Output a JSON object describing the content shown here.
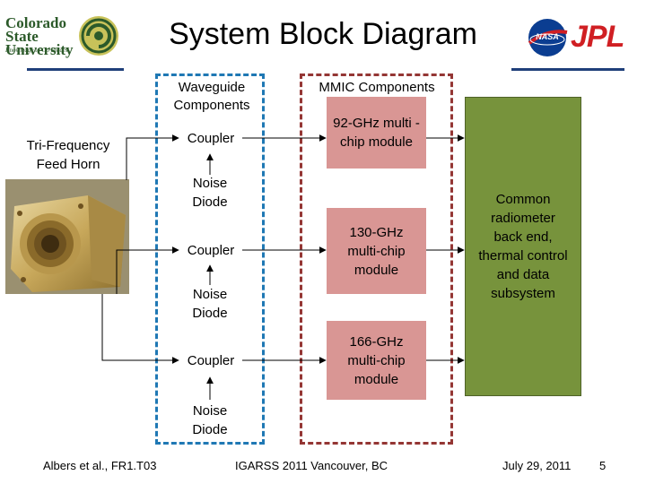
{
  "title": "System Block Diagram",
  "logos": {
    "csu": {
      "name": "Colorado State University",
      "tagline": "Knowledge to Go Places"
    },
    "nasa": {
      "text": "NASA"
    },
    "jpl": {
      "text": "JPL"
    }
  },
  "groups": {
    "waveguide": "Waveguide Components",
    "mmic": "MMIC Components"
  },
  "feed_horn": {
    "label": "Tri-Frequency Feed Horn"
  },
  "couplers": [
    "Coupler",
    "Coupler",
    "Coupler"
  ],
  "noise_diodes": [
    "Noise Diode",
    "Noise Diode",
    "Noise Diode"
  ],
  "modules": [
    "92-GHz multi -chip module",
    "130-GHz multi-chip module",
    "166-GHz multi-chip module"
  ],
  "backend": "Common radiometer back end, thermal control and data subsystem",
  "footer": {
    "author": "Albers et al., FR1.T03",
    "conference": "IGARSS 2011 Vancouver, BC",
    "date": "July 29, 2011",
    "page": "5"
  },
  "colors": {
    "mmic_fill": "#d99694",
    "backend_fill": "#77933c",
    "waveguide_dash": "#1f78b4",
    "mmic_dash": "#943634",
    "jpl_red": "#d01f23"
  }
}
